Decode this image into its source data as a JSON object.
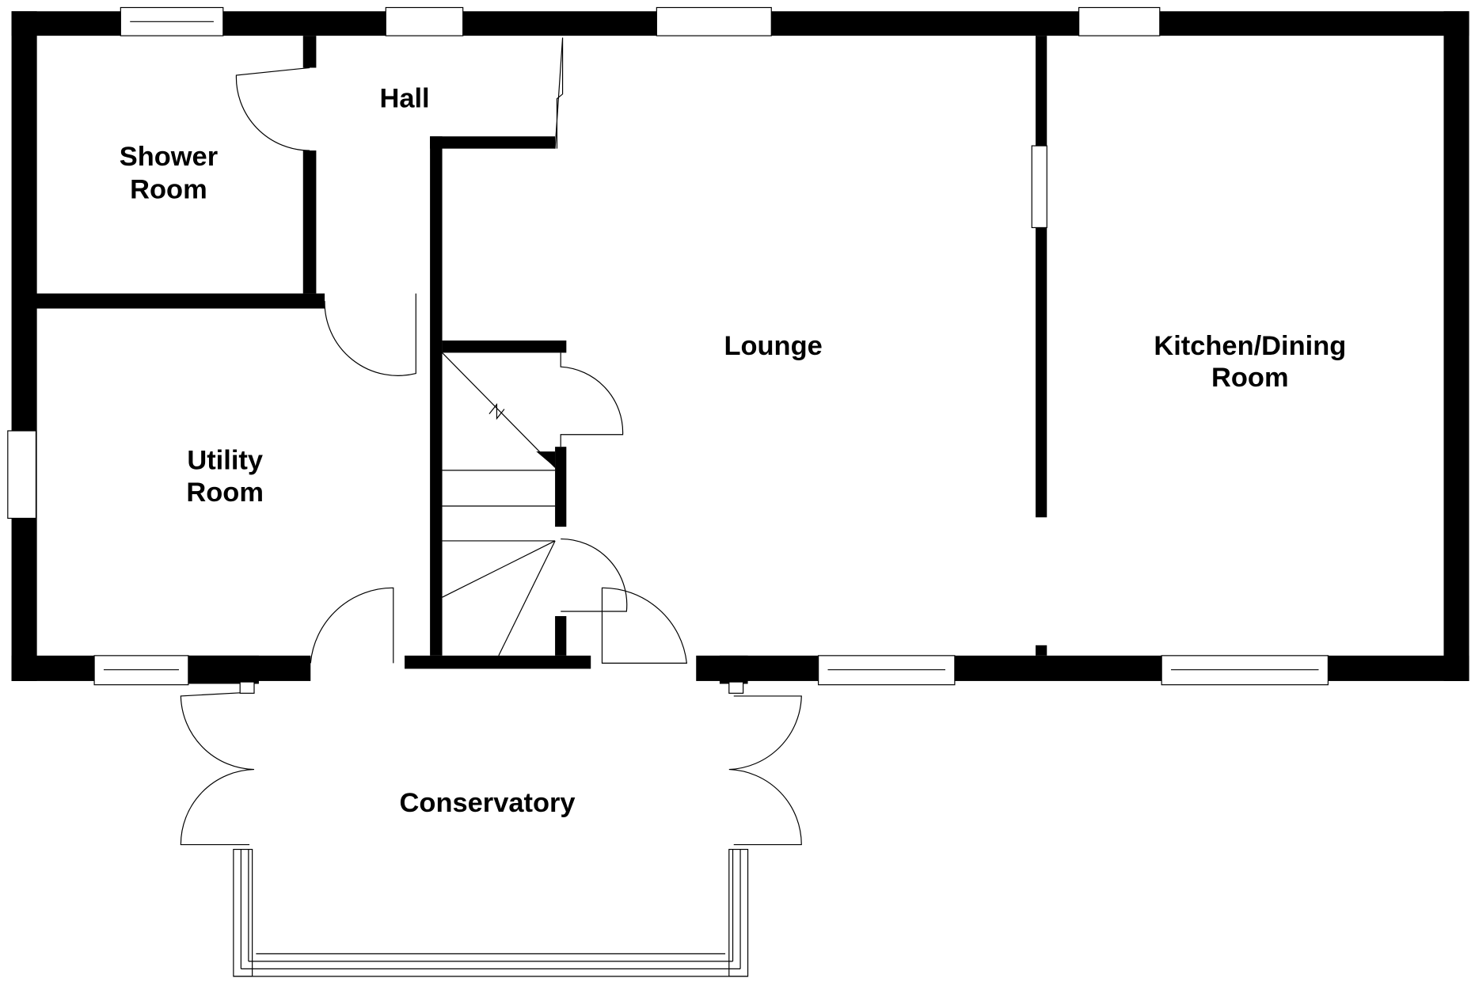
{
  "rooms": {
    "hall": "Hall",
    "shower_room": [
      "Shower",
      "Room"
    ],
    "utility_room": [
      "Utility",
      "Room"
    ],
    "lounge": "Lounge",
    "kitchen_dining": [
      "Kitchen/Dining",
      "Room"
    ],
    "conservatory": "Conservatory"
  }
}
